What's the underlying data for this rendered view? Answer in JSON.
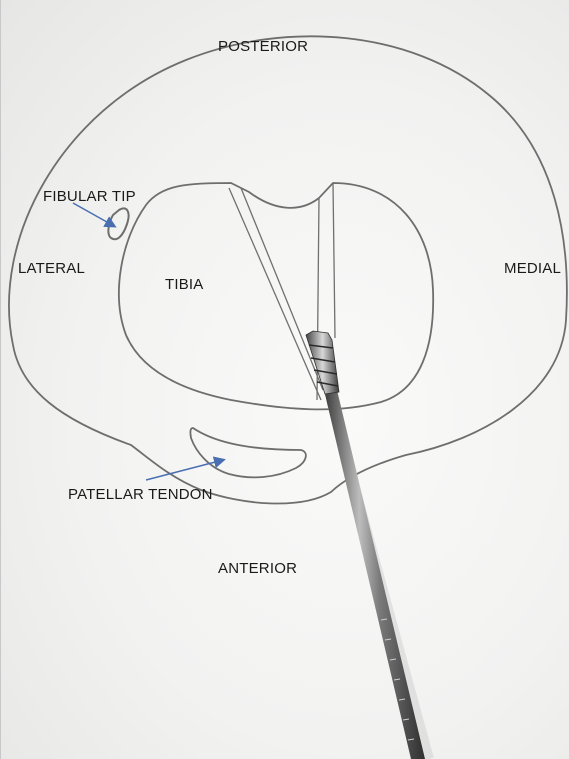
{
  "labels": {
    "posterior": "POSTERIOR",
    "anterior": "ANTERIOR",
    "lateral": "LATERAL",
    "medial": "MEDIAL",
    "tibia": "TIBIA",
    "fibular_tip": "FIBULAR TIP",
    "patellar_tendon": "PATELLAR TENDON"
  },
  "colors": {
    "outline": "#6e6e6e",
    "arrow": "#4a6fb0",
    "rod": "#5a5a5a"
  }
}
